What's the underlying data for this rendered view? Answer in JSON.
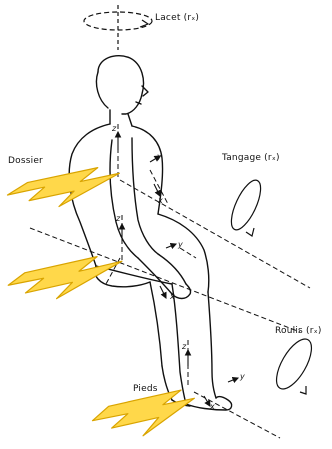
{
  "labels": {
    "yaw": "Lacet (rₓ)",
    "pitch": "Tangage (rₓ)",
    "roll": "Roulis (rₓ)",
    "backrest": "Dossier",
    "feet": "Pieds"
  },
  "axes": {
    "x": "x",
    "y": "y",
    "z": "z"
  },
  "colors": {
    "bolt_fill": "#ffd84a",
    "bolt_stroke": "#d9a400",
    "line": "#111111"
  },
  "icons": [
    "vibration-bolt-icon",
    "rotation-arrow-icon"
  ]
}
